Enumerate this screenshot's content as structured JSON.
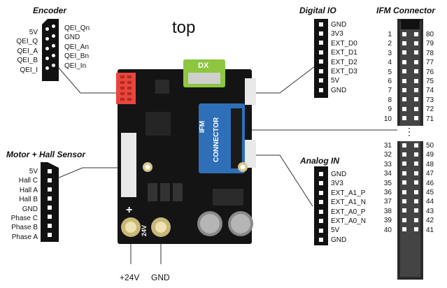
{
  "page_title": "top",
  "encoder": {
    "title": "Encoder",
    "left_labels": [
      "5V",
      "QEI_Q",
      "QEI_A",
      "QEI_B",
      "QEI_I"
    ],
    "right_labels": [
      "QEI_Qn",
      "GND",
      "QEI_An",
      "QEI_Bn",
      "QEI_In"
    ]
  },
  "motor_hall": {
    "title": "Motor + Hall Sensor",
    "labels": [
      "5V",
      "Hall C",
      "Hall A",
      "Hall B",
      "GND",
      "Phase C",
      "Phase B",
      "Phase A"
    ]
  },
  "digital_io": {
    "title": "Digital IO",
    "labels": [
      "GND",
      "3V3",
      "EXT_D0",
      "EXT_D1",
      "EXT_D2",
      "EXT_D3",
      "5V",
      "GND"
    ]
  },
  "analog_in": {
    "title": "Analog IN",
    "labels": [
      "GND",
      "3V3",
      "EXT_A1_P",
      "EXT_A1_N",
      "EXT_A0_P",
      "EXT_A0_N",
      "5V",
      "GND"
    ]
  },
  "ifm_connector": {
    "title": "IFM Connector",
    "left_top": [
      "1",
      "2",
      "3",
      "4",
      "5",
      "6",
      "7",
      "8",
      "9",
      "10"
    ],
    "right_top": [
      "80",
      "79",
      "78",
      "77",
      "76",
      "75",
      "74",
      "73",
      "72",
      "71"
    ],
    "left_bottom": [
      "31",
      "32",
      "33",
      "34",
      "35",
      "36",
      "37",
      "38",
      "39",
      "40"
    ],
    "right_bottom": [
      "50",
      "49",
      "48",
      "47",
      "46",
      "45",
      "44",
      "43",
      "42",
      "41"
    ],
    "ellipsis": "⋮"
  },
  "board": {
    "dx_label": "DX",
    "ifm_chip_label_1": "IFM",
    "ifm_chip_label_2": "CONNECTOR",
    "plus_mark": "+",
    "v24_mark": "24V"
  },
  "power": {
    "plus_label": "+24V",
    "gnd_label": "GND"
  },
  "colors": {
    "dx_green": "#8dc63f",
    "ifm_blue": "#2f6fb8",
    "header_red": "#e8453c",
    "pcb": "#141414"
  }
}
